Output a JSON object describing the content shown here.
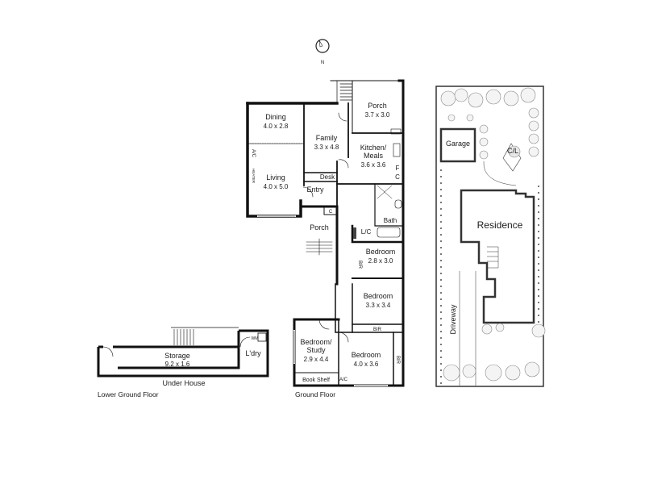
{
  "compass": {
    "north_label": "N"
  },
  "ground_floor": {
    "caption": "Ground Floor",
    "rooms": {
      "dining": {
        "name": "Dining",
        "size": "4.0 x 2.8"
      },
      "family": {
        "name": "Family",
        "size": "3.3 x 4.8"
      },
      "porch_rear": {
        "name": "Porch",
        "size": "3.7 x 3.0"
      },
      "kitchen": {
        "name_line1": "Kitchen/",
        "name_line2": "Meals",
        "size": "3.6 x 3.6"
      },
      "living": {
        "name": "Living",
        "size": "4.0 x 5.0"
      },
      "bed1": {
        "name": "Bedroom",
        "size": "2.8 x 3.0"
      },
      "bed2": {
        "name": "Bedroom",
        "size": "3.3 x 3.4"
      },
      "study": {
        "name_line1": "Bedroom/",
        "name_line2": "Study",
        "size": "2.9 x 4.4"
      },
      "bed3": {
        "name": "Bedroom",
        "size": "4.0 x 3.6"
      }
    },
    "labels": {
      "entry": "Entry",
      "porch_front": "Porch",
      "desk": "Desk",
      "bath": "Bath",
      "ldry_cup": "L/C",
      "c1": "C",
      "c2": "C",
      "f": "F",
      "bir1": "BIR",
      "bir2": "BIR",
      "bir3": "BIR",
      "ac1": "A/C",
      "ac2": "A/C",
      "heater": "HEATER",
      "book_shelf": "Book Shelf"
    }
  },
  "lower_floor": {
    "caption": "Lower Ground Floor",
    "storage": {
      "name": "Storage",
      "size": "9.2 x 1.6"
    },
    "laundry": "L'dry",
    "wm": "WM",
    "under_house": "Under House"
  },
  "site_plan": {
    "residence": "Residence",
    "garage": "Garage",
    "cl": "C/L",
    "driveway": "Driveway"
  }
}
